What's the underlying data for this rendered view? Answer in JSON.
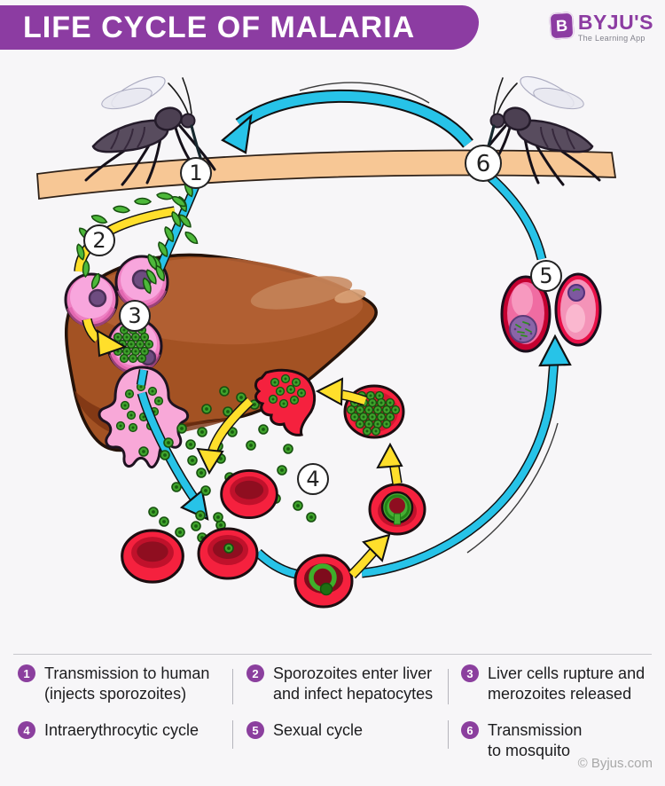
{
  "header": {
    "title": "LIFE CYCLE OF MALARIA",
    "brand": {
      "icon_letter": "B",
      "name": "BYJU'S",
      "tagline": "The Learning App"
    }
  },
  "legend": {
    "items": [
      {
        "number": "1",
        "text": "Transmission to human (injects sporozoites)"
      },
      {
        "number": "2",
        "text": "Sporozoites enter liver and infect hepatocytes"
      },
      {
        "number": "3",
        "text": "Liver cells rupture and merozoites released"
      },
      {
        "number": "4",
        "text": "Intraerythrocytic cycle"
      },
      {
        "number": "5",
        "text": "Sexual cycle"
      },
      {
        "number": "6",
        "text": "Transmission to mosquito"
      }
    ]
  },
  "footer": {
    "copyright": "© Byjus.com"
  },
  "colors": {
    "brand_purple": "#8C3CA2",
    "cyan_arrow": "#27C3E8",
    "yellow_arrow": "#FFDF2B",
    "liver_brown": "#A35223",
    "hepatocyte_pink": "#F28BC8",
    "rbc_red": "#F5213E",
    "merozoite_green": "#3FA32C",
    "skin_band": "#F7C795"
  }
}
